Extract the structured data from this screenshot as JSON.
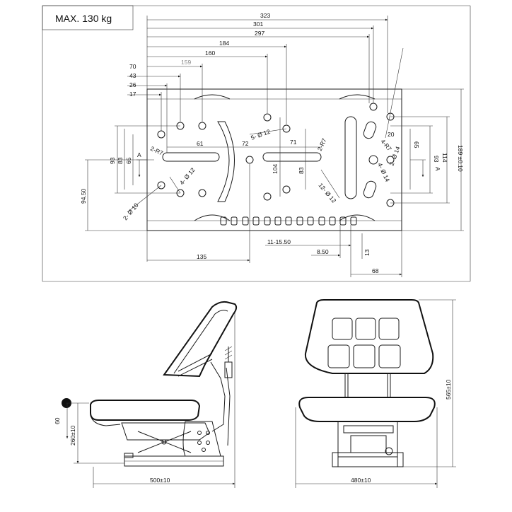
{
  "header": {
    "max_load": "MAX. 130 kg"
  },
  "top_view": {
    "top_dims": [
      "323",
      "301",
      "297",
      "184",
      "160",
      "159",
      "70",
      "43",
      "26",
      "17"
    ],
    "inner_dims": [
      "61",
      "72",
      "71",
      "5- Ø 12",
      "2-R7",
      "2-R7",
      "4- Ø 12",
      "2- Ø 10",
      "12- Ø 12",
      "4-R7",
      "20",
      "4- Ø 14",
      "2- Ø 14"
    ],
    "vertical_dims": [
      "93",
      "83",
      "65",
      "94.50",
      "104",
      "83",
      "65",
      "93",
      "114",
      "189 ±0.10"
    ],
    "section_marks": [
      "A",
      "A"
    ],
    "bottom_dims": [
      "135",
      "11-15.50",
      "8.50",
      "13",
      "68"
    ]
  },
  "side_view": {
    "dims": [
      "60",
      "260±10",
      "500±10"
    ]
  },
  "front_view": {
    "dims": [
      "565±10",
      "480±10"
    ]
  }
}
